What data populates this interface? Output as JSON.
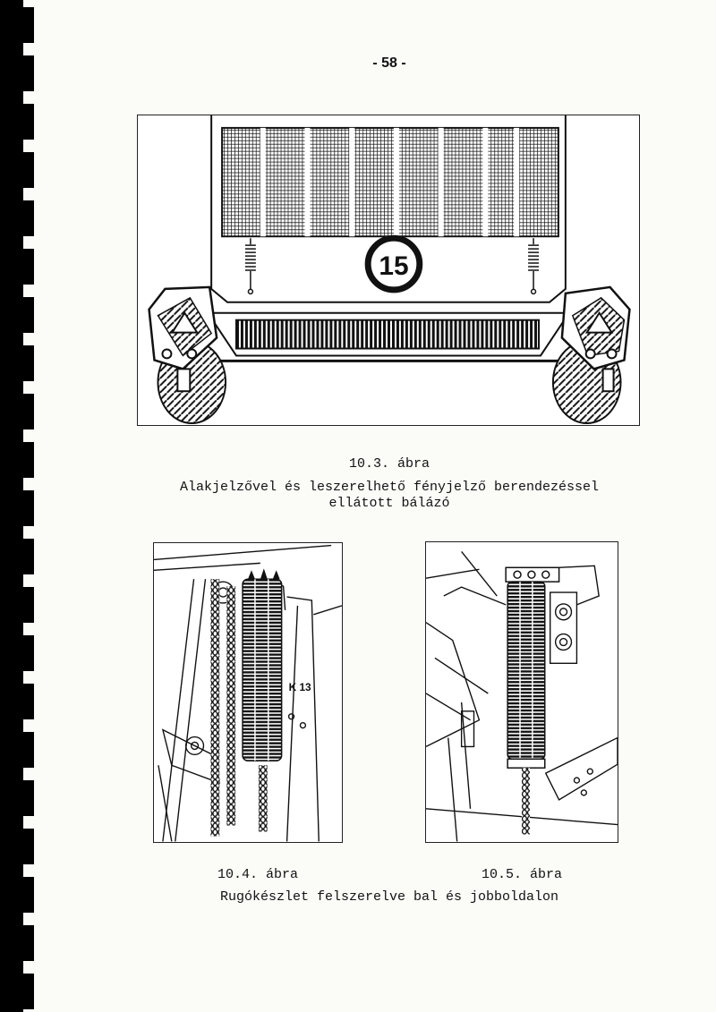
{
  "page_number": "- 58 -",
  "figures": {
    "main": {
      "number": "10.3. ábra",
      "caption_line1": "Alakjelzővel és leszerelhető fényjelző berendezéssel",
      "caption_line2": "ellátott bálázó",
      "sign_number": "15"
    },
    "left": {
      "number": "10.4. ábra",
      "machine_label": "K 13"
    },
    "right": {
      "number": "10.5. ábra"
    },
    "shared_caption": "Rugókészlet felszerelve bal és jobboldalon"
  }
}
